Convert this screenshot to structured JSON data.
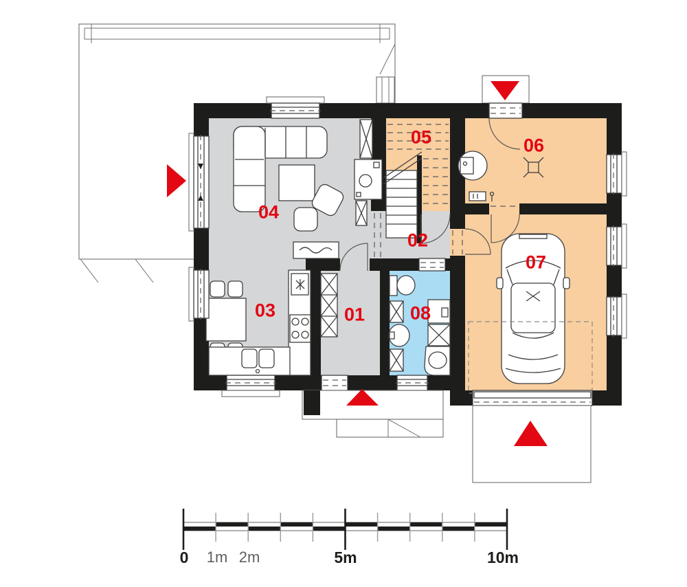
{
  "plan": {
    "type": "floor-plan",
    "rooms": [
      {
        "id": "01",
        "label": "01",
        "color": "#d5d6d7"
      },
      {
        "id": "02",
        "label": "02",
        "color": "#d5d6d7"
      },
      {
        "id": "03",
        "label": "03",
        "color": "#d5d6d7"
      },
      {
        "id": "04",
        "label": "04",
        "color": "#d5d6d7"
      },
      {
        "id": "05",
        "label": "05",
        "color": "#f9cfa0"
      },
      {
        "id": "06",
        "label": "06",
        "color": "#f9cfa0"
      },
      {
        "id": "07",
        "label": "07",
        "color": "#f9cfa0"
      },
      {
        "id": "08",
        "label": "08",
        "color": "#aadcf4"
      }
    ],
    "entrance_arrows": [
      {
        "name": "terrace-entrance-arrow",
        "direction": "right"
      },
      {
        "name": "north-entrance-arrow",
        "direction": "down"
      },
      {
        "name": "main-entrance-arrow",
        "direction": "up"
      },
      {
        "name": "garage-entrance-arrow",
        "direction": "up"
      }
    ],
    "scale_bar": {
      "labels": [
        "0",
        "1m",
        "2m",
        "5m",
        "10m"
      ],
      "total_meters": 10,
      "segments": 10
    },
    "colors": {
      "wall": "#1d1d1b",
      "room_gray": "#d5d6d7",
      "room_orange": "#f9cfa0",
      "room_blue": "#aadcf4",
      "accent_red": "#e30613",
      "line": "#3f3f3f",
      "background": "#ffffff"
    }
  }
}
